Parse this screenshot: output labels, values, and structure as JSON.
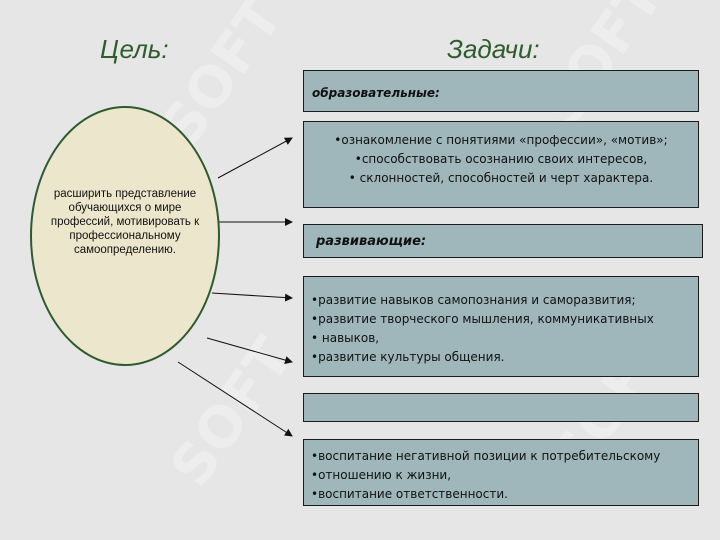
{
  "headings": {
    "goal": "Цель:",
    "tasks": "Задачи:"
  },
  "goal": {
    "text": "расширить представление обучающихся  о мире профессий, мотивировать к профессиональному самоопределению."
  },
  "tasks": {
    "educational": {
      "label": "образовательные:",
      "items": [
        "•ознакомление с понятиями «профессии», «мотив»;",
        "•способствовать осознанию своих интересов,",
        "• склонностей, способностей и черт характера."
      ]
    },
    "developing": {
      "label": "развивающие:",
      "items": [
        "•развитие навыков самопознания и саморазвития;",
        "•развитие творческого мышления, коммуникативных",
        "• навыков,",
        "•развитие культуры общения."
      ]
    },
    "upbringing": {
      "label": "",
      "items": [
        "•воспитание негативной позиции к потребительскому",
        "•отношению к жизни,",
        "•воспитание ответственности."
      ]
    }
  },
  "watermark": {
    "text": "SOFT"
  },
  "colors": {
    "heading": "#2f5d2f",
    "ellipse_fill": "#ece6cc",
    "ellipse_border": "#2e5a2e",
    "box_fill": "#9fb7ba",
    "box_border": "#1c1c1c",
    "background": "#e6e6e6"
  }
}
